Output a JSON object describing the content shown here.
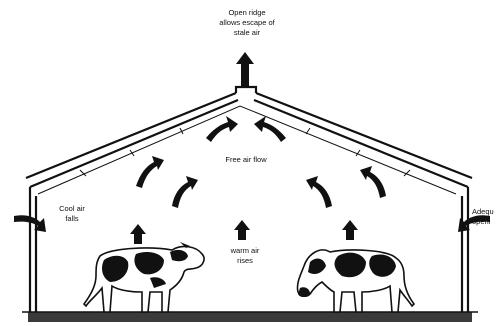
{
  "labels": {
    "ridge": [
      "Open ridge",
      "allows escape of",
      "stale air"
    ],
    "free_air_flow": "Free air flow",
    "cool_air": [
      "Cool air",
      "falls"
    ],
    "warm_air": [
      "warm air",
      "rises"
    ],
    "adequate_opening": [
      "Adequ",
      "openi"
    ]
  },
  "icons": {
    "arrow": "curved-arrow-icon",
    "cow": "cow-icon"
  },
  "colors": {
    "ink": "#111111",
    "floor": "#3a3a3a",
    "background": "#ffffff"
  }
}
